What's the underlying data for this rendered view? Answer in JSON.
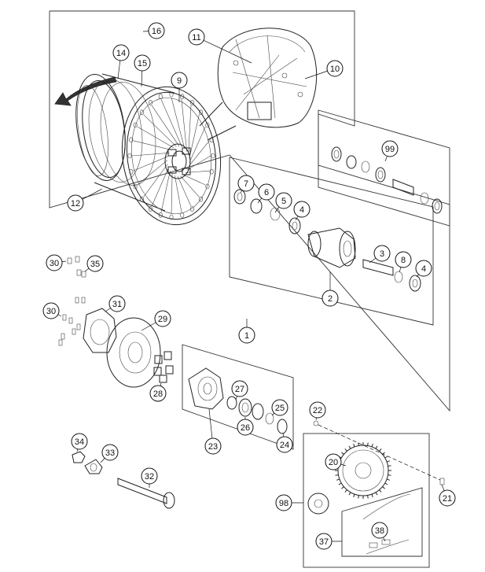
{
  "callouts": [
    "1",
    "2",
    "3",
    "4",
    "4",
    "5",
    "6",
    "7",
    "8",
    "9",
    "10",
    "11",
    "12",
    "14",
    "15",
    "16",
    "20",
    "21",
    "22",
    "23",
    "24",
    "25",
    "26",
    "27",
    "28",
    "29",
    "30",
    "30",
    "31",
    "32",
    "33",
    "34",
    "35",
    "37",
    "38",
    "98",
    "99"
  ],
  "colors": {
    "line": "#222222",
    "background": "#ffffff",
    "arrow": "#333333"
  }
}
